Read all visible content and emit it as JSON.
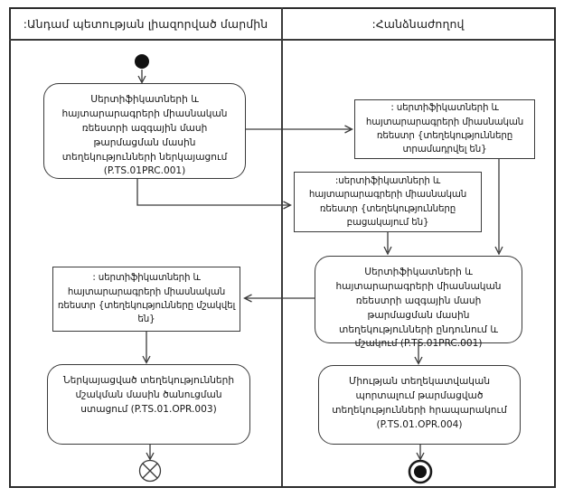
{
  "diagram": {
    "type": "uml-activity-swimlane",
    "header": {
      "left_lane": ":Անդամ պետության լիազորված մարմին",
      "right_lane": ":Հանձնաժողով"
    },
    "nodes": {
      "submit_info": "Սերտիֆիկատների և հայտարարագրերի միասնական ռեեստրի ազգային մասի թարմացման մասին տեղեկությունների ներկայացում (P.TS.01PRC.001)",
      "registry_provided": ": սերտիֆիկատների և հայտարարագրերի միասնական ռեեստր {տեղեկությունները տրամադրվել են}",
      "registry_missing": ":սերտիֆիկատների և հայտարարագրերի միասնական ռեեստր {տեղեկությունները բացակայում են}",
      "receive_process": "Սերտիֆիկատների և հայտարարագրերի միասնական ռեեստրի ազգային մասի թարմացման մասին տեղեկությունների ընդունում և մշակում (P.TS.01PRC.001)",
      "registry_processed": ": սերտիֆիկատների և հայտարարագրերի միասնական ռեեստր {տեղեկությունները մշակվել են}",
      "receive_notice": "Ներկայացված տեղեկությունների մշակման մասին ծանուցման ստացում (P.TS.01.OPR.003)",
      "publish_portal": "Միության տեղեկատվական պորտալում թարմացված տեղեկությունների հրապարակում (P.TS.01.OPR.004)"
    },
    "process_codes": [
      "P.TS.01PRC.001",
      "P.TS.01.OPR.003",
      "P.TS.01.OPR.004"
    ],
    "colors": {
      "line": "#3a3a3a",
      "border": "#2b2b2b",
      "text": "#161616",
      "background": "#ffffff",
      "node_fill": "#111111"
    }
  }
}
